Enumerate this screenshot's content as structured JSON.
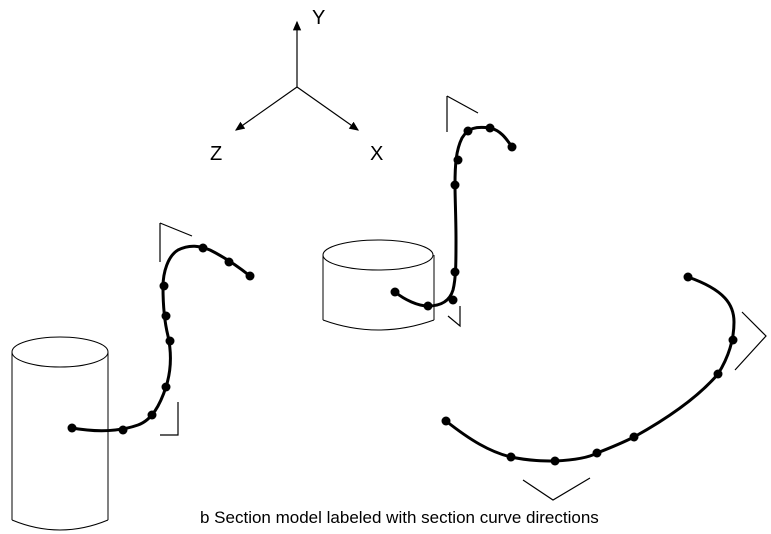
{
  "axes": {
    "y_label": "Y",
    "x_label": "X",
    "z_label": "Z"
  },
  "caption": "b  Section model  labeled with section curve directions"
}
